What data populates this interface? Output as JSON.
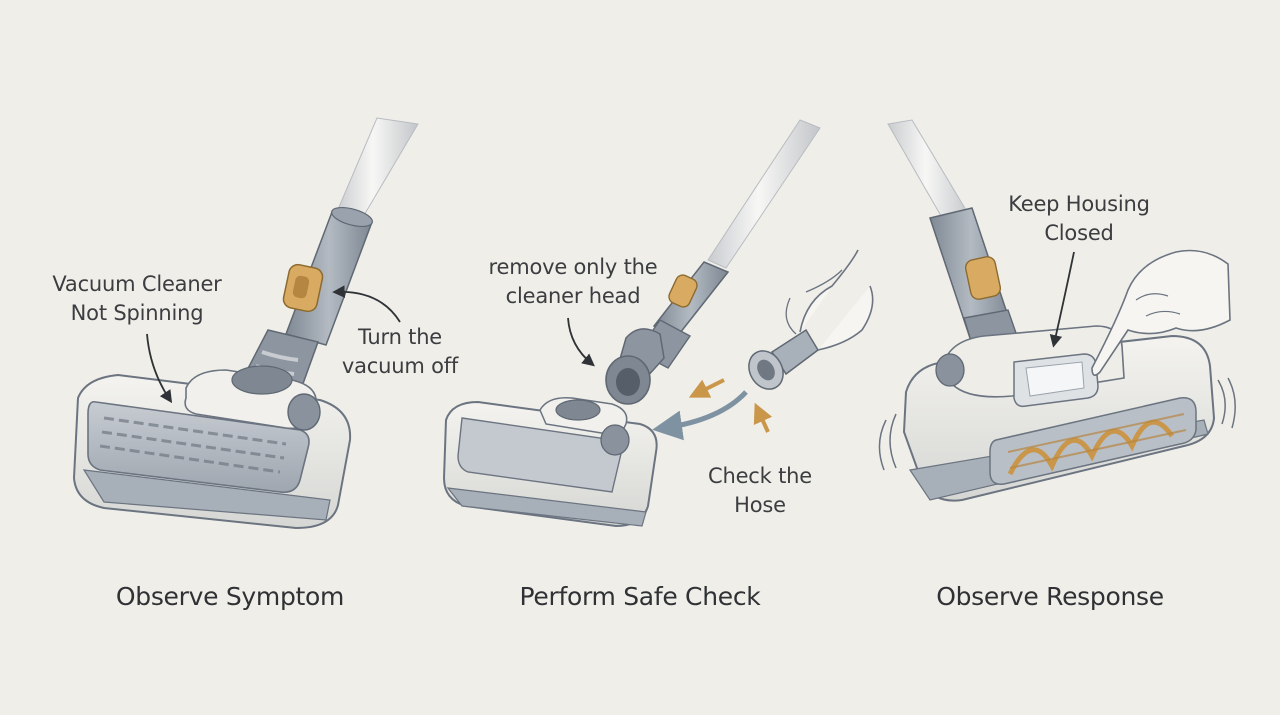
{
  "panels": [
    {
      "caption": "Observe Symptom",
      "labels": [
        {
          "lines": [
            "Vacuum Cleaner",
            "Not Spinning"
          ]
        },
        {
          "lines": [
            "Turn the",
            "vacuum off"
          ]
        }
      ]
    },
    {
      "caption": "Perform Safe Check",
      "labels": [
        {
          "lines": [
            "remove only the",
            "cleaner head"
          ]
        },
        {
          "lines": [
            "Check the",
            "Hose"
          ]
        }
      ]
    },
    {
      "caption": "Observe Response",
      "labels": [
        {
          "lines": [
            "Keep Housing",
            "Closed"
          ]
        }
      ]
    }
  ],
  "colors": {
    "background": "#efeee9",
    "metal": "#9aa3ad",
    "body": "#e7e6e1",
    "accent": "#c9964a",
    "arrow": "#8c9aa6",
    "text": "#3b3d40"
  }
}
